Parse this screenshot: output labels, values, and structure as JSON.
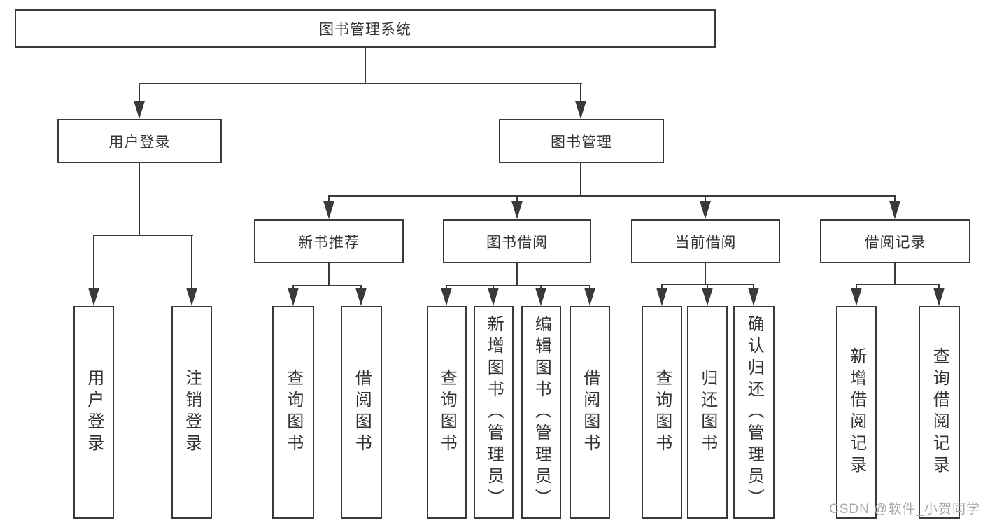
{
  "root": {
    "label": "图书管理系统"
  },
  "branches": [
    {
      "label": "用户登录",
      "children": [
        {
          "label": "用户登录"
        },
        {
          "label": "注销登录"
        }
      ]
    },
    {
      "label": "图书管理",
      "children": [
        {
          "label": "新书推荐",
          "children": [
            {
              "label": "查询图书"
            },
            {
              "label": "借阅图书"
            }
          ]
        },
        {
          "label": "图书借阅",
          "children": [
            {
              "label": "查询图书"
            },
            {
              "label": "新增图书（管理员）"
            },
            {
              "label": "编辑图书（管理员）"
            },
            {
              "label": "借阅图书"
            }
          ]
        },
        {
          "label": "当前借阅",
          "children": [
            {
              "label": "查询图书"
            },
            {
              "label": "归还图书"
            },
            {
              "label": "确认归还（管理员）"
            }
          ]
        },
        {
          "label": "借阅记录",
          "children": [
            {
              "label": "新增借阅记录"
            },
            {
              "label": "查询借阅记录"
            }
          ]
        }
      ]
    }
  ],
  "watermark": "CSDN @软件_小贺同学",
  "colors": {
    "line": "#3a3a3a",
    "text": "#333333",
    "watermark": "#a8a8a8",
    "background": "#ffffff"
  }
}
